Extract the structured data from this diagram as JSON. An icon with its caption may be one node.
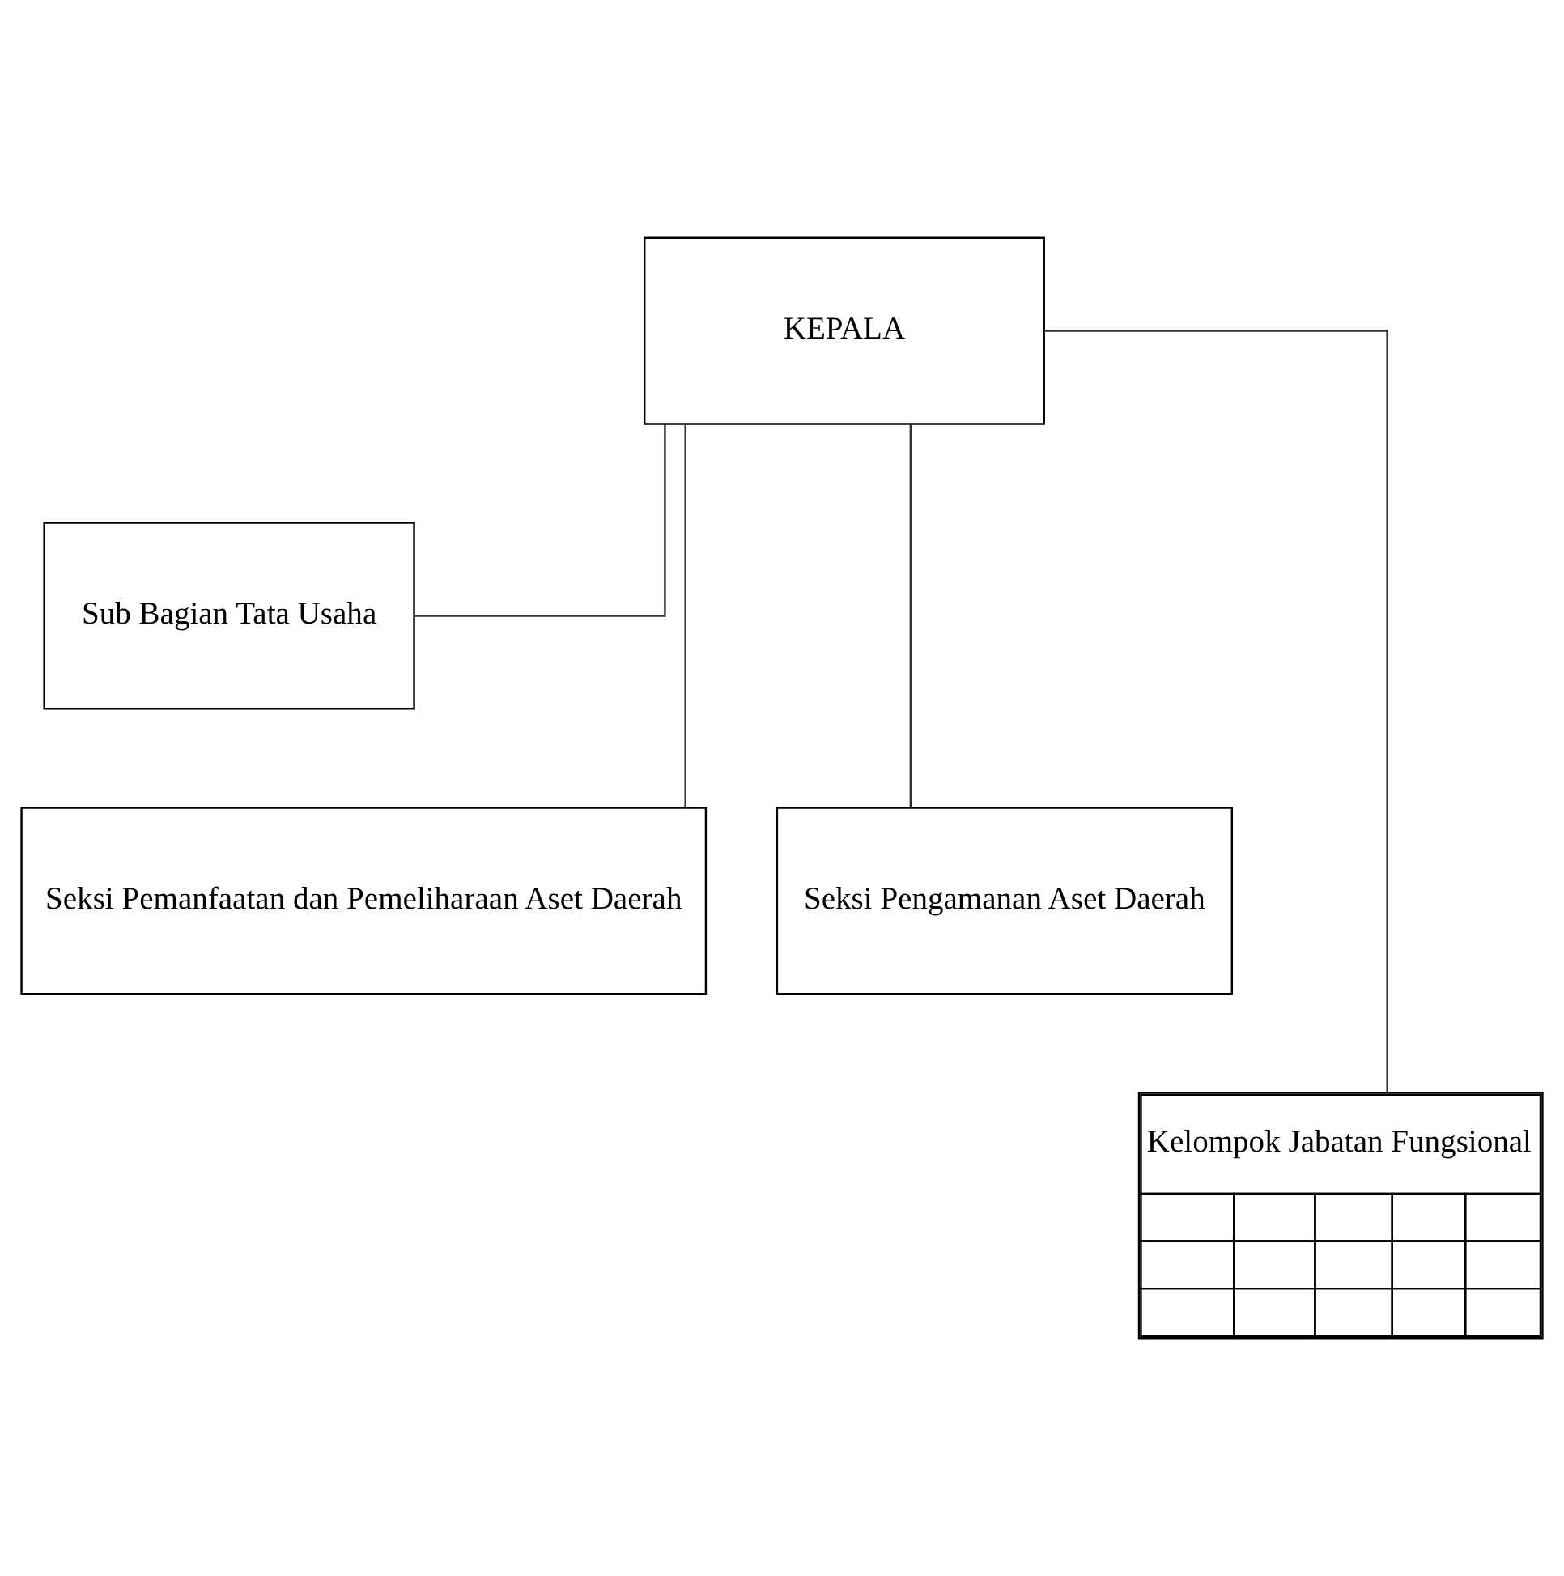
{
  "diagram": {
    "nodes": [
      {
        "text": [
          "KEPALA"
        ]
      },
      {
        "text": [
          "Sub Bagian Tata Usaha"
        ]
      },
      {
        "text": [
          "Seksi Pemanfaatan dan Pemeliharaan Aset Daerah"
        ]
      },
      {
        "text": [
          "Seksi Pengamanan Aset Daerah"
        ]
      },
      {
        "text": [
          "Kelompok Jabatan Fungsional"
        ]
      }
    ],
    "edges": [
      {
        "from": 0,
        "to": 1,
        "arrow": "none"
      },
      {
        "from": 0,
        "to": 2,
        "arrow": "none"
      },
      {
        "from": 0,
        "to": 3,
        "arrow": "none"
      },
      {
        "from": 0,
        "to": 4,
        "arrow": "none"
      }
    ]
  }
}
